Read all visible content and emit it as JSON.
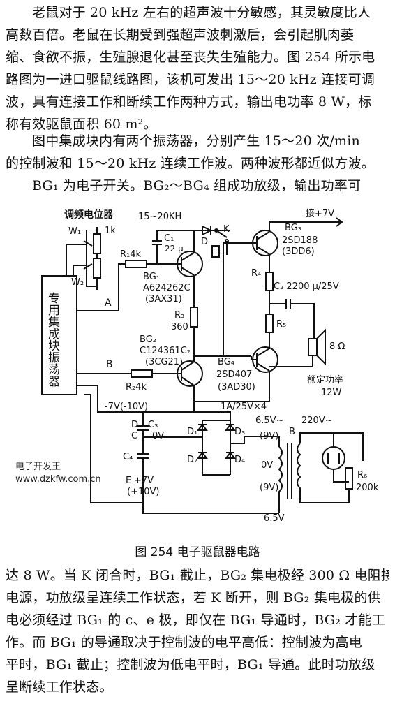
{
  "paragraph1": [
    "老鼠对于 20 kHz 左右的超声波十分敏感，其灵敏度比人",
    "高数百倍。老鼠在长期受到强超声波刺激后，会引起肌肉萎",
    "缩、食欲不振，生殖腺退化甚至丧失生殖能力。图 254 所示电",
    "路图为一进口驱鼠线路图，该机可发出 15～20 kHz 连接可调",
    "波，具有连接工作和断续工作两种方式，输出电功率 8 W，标",
    "称有效驱鼠面积 60 m²。"
  ],
  "paragraph2": [
    "图中集成块内有两个振荡器，分别产生 15～20 次/min",
    "的控制波和 15～20 kHz 连续工作波。两种波形都近似方波。"
  ],
  "paragraph3": [
    "BG₁ 为电子开关。BG₂～BG₄ 组成功放级，输出功率可"
  ],
  "paragraph4": [
    "达 8 W。当 K 闭合时，BG₁ 截止，BG₂ 集电极经 300 Ω 电阻接",
    "电源，功放级呈连续工作状态，若 K 断开，则 BG₂ 集电极的供",
    "电必须经过 BG₁ 的 c、e 极，即仅在 BG₁ 导通时，BG₂ 才能工",
    "作。而 BG₁ 的导通取决于控制波的电平高低：控制波为高电",
    "平时，BG₁ 截止；控制波为低电平时，BG₁ 导通。此时功放级",
    "呈断续工作状态。"
  ],
  "caption": "图 254   电子驱鼠器电路",
  "watermark": {
    "line1": "电子开发王",
    "line2": "www.dzkfw.com.cn"
  },
  "circuit": {
    "pot_title": "调频电位器",
    "w1": "W₁",
    "w2": "W₂",
    "pot_value": "1k",
    "ic_label": "专用集成块振荡器",
    "freq": "15~20KH",
    "c1": "C₁",
    "c1_val": "22 μ",
    "d_label": "D",
    "k_label": "K",
    "r1": "R₁4k",
    "bg1": "BG₁",
    "bg1_part": "A624262C",
    "bg1_code": "(3AX31)",
    "line_a": "A",
    "line_b": "B",
    "r3": "R₃",
    "r3_val": "360",
    "bg2": "BG₂",
    "bg2_part": "C124361C₂",
    "bg2_code": "(3CG21)",
    "r2": "R₂4k",
    "bg3": "BG₃",
    "bg3_part": "2SD188",
    "bg3_code": "(3DD6)",
    "plus7": "接+7V",
    "r4": "R₄",
    "c2": "C₂ 2200 μ/25V",
    "r5": "R₅",
    "speaker_ohm": "8 Ω",
    "rated_power": "额定功率",
    "rated_power_val": "12W",
    "bg4": "BG₄",
    "bg4_part": "2SD407",
    "bg4_code": "(3AD30)",
    "minus7": "-7V(-10V)",
    "diode_rating": "1A/25V×4",
    "cap_d": "D",
    "c3": "C₃",
    "cap_c": "C",
    "zero_v": "0V",
    "c4": "C₄",
    "cap_e": "E",
    "plus7b": "+7V",
    "plus10": "(+10V)",
    "d1": "D₁",
    "d2": "D₂",
    "d3": "D₃",
    "d4": "D₄",
    "v65_top": "6.5V~",
    "v9_top": "(9V)",
    "trans_b": "B",
    "v220": "220V~",
    "zero_v2": "0V",
    "v9_bot": "(9V)",
    "r6": "R₆",
    "r6_val": "200k",
    "v65_bot": "6.5V"
  }
}
